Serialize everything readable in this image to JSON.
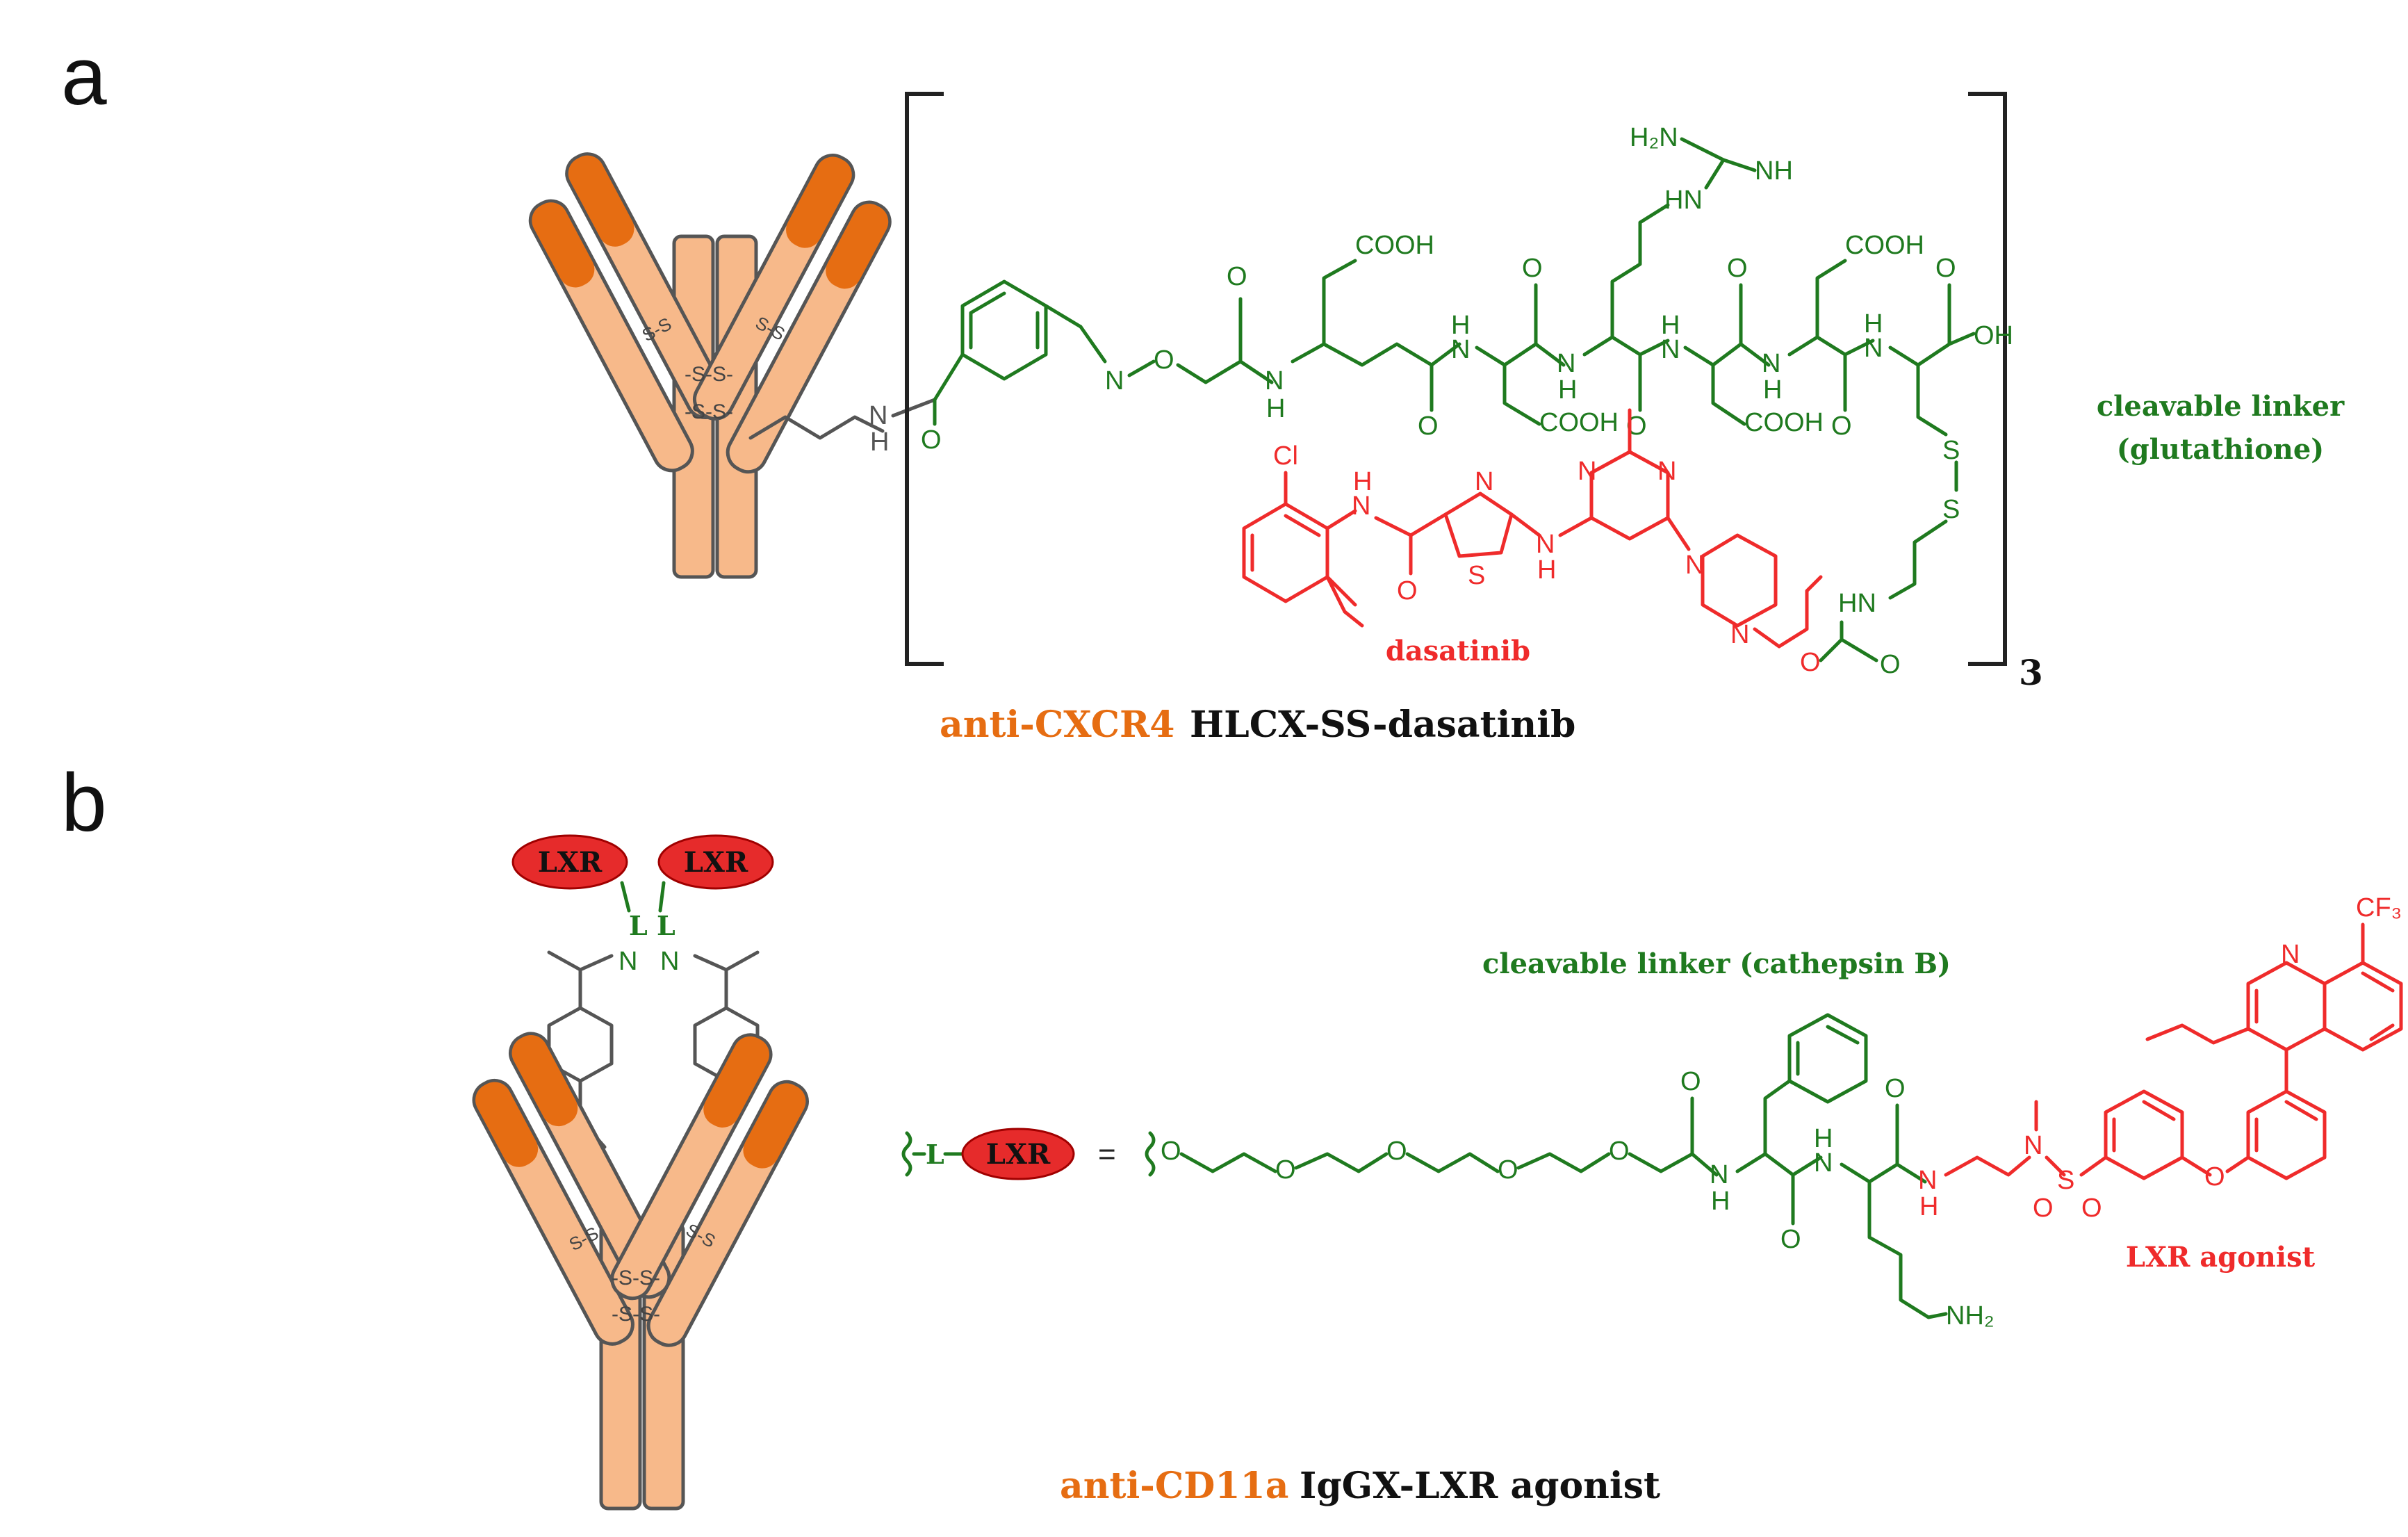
{
  "panels": {
    "a": {
      "letter": "a",
      "caption_target": "anti-CXCR4",
      "caption_name": "HLCX-SS-dasatinib",
      "bracket_subscript": "3",
      "linker_label": [
        "cleavable linker",
        "(glutathione)"
      ],
      "payload_label": "dasatinib",
      "atoms": {
        "cooh": "COOH",
        "h2n": "H₂N",
        "nh": "NH",
        "hn": "HN",
        "n": "N",
        "h": "H",
        "o": "O",
        "oh": "OH",
        "s": "S",
        "cl": "Cl"
      }
    },
    "b": {
      "letter": "b",
      "caption_target": "anti-CD11a",
      "caption_name": "IgGX-LXR agonist",
      "linker_label": "cleavable linker  (cathepsin B)",
      "payload_label": "LXR agonist",
      "badge": "LXR",
      "linker_letter": "L",
      "equals": "=",
      "atoms": {
        "cf3": "CF₃",
        "nh2": "NH₂",
        "n": "N",
        "h": "H",
        "o": "O",
        "s": "S"
      }
    }
  },
  "colors": {
    "linker": "#1f7a1f",
    "payload": "#ef2b2b",
    "target": "#e66d12",
    "antibody_light": "#f7b98a",
    "antibody_dark": "#e66d12",
    "text": "#111111"
  }
}
